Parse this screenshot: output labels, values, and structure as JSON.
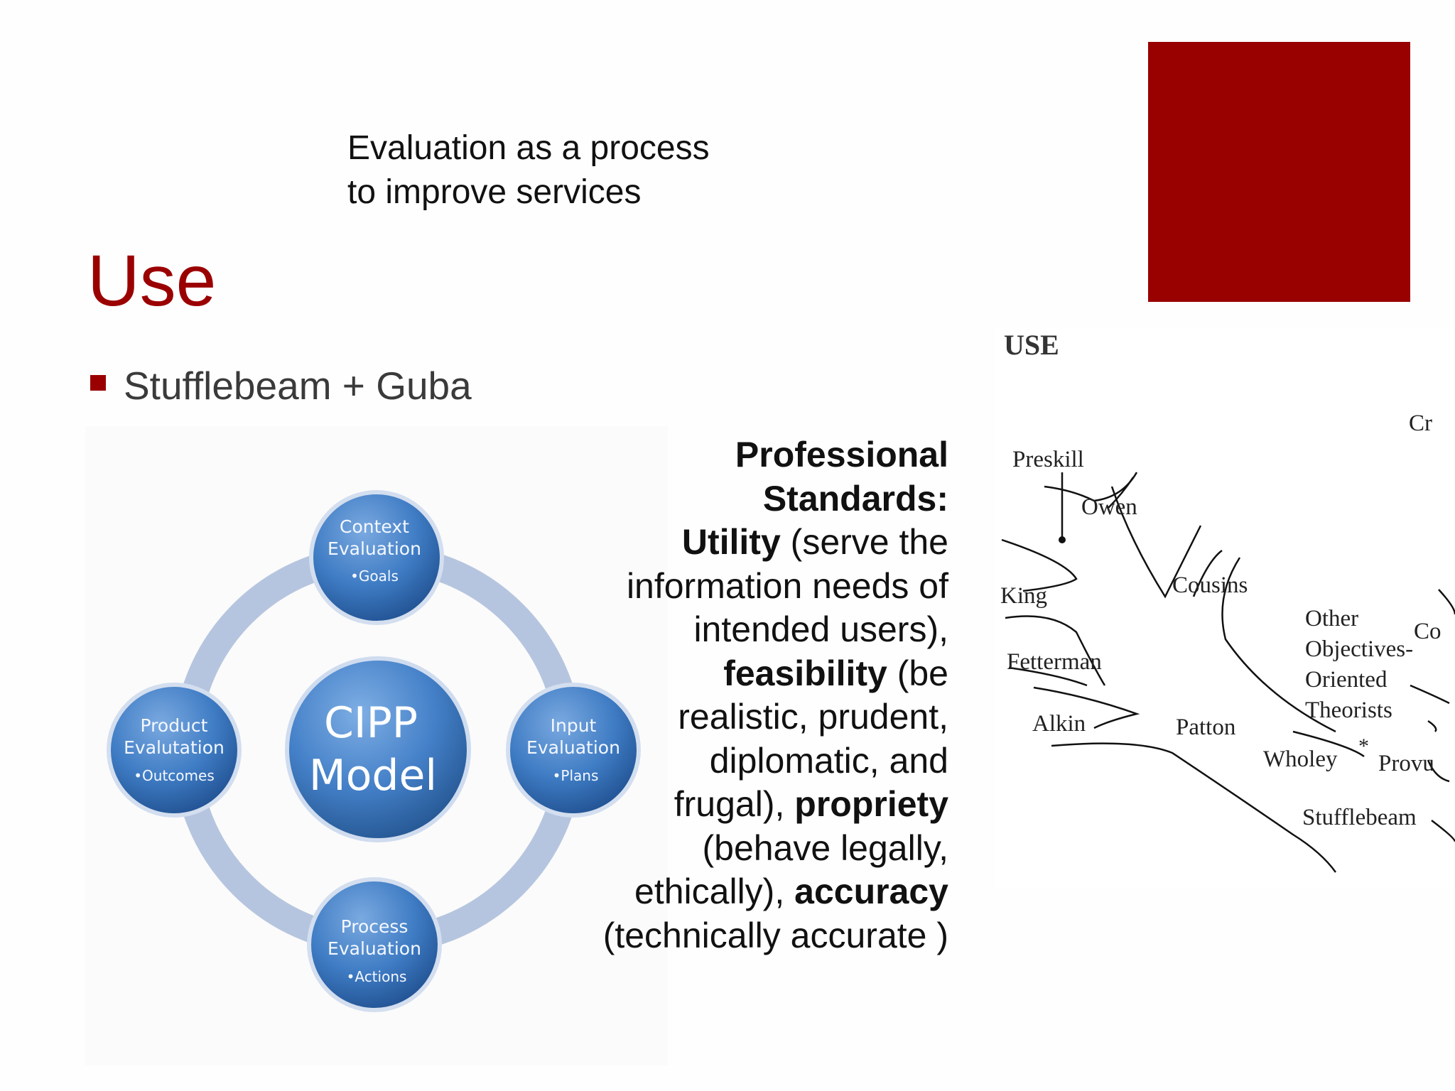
{
  "slide": {
    "subtitle_line1": "Evaluation as a process",
    "subtitle_line2": "to improve services",
    "title": "Use",
    "bullet": "Stufflebeam + Guba",
    "accent_color": "#990000"
  },
  "cipp_diagram": {
    "center_line1": "CIPP",
    "center_line2": "Model",
    "nodes": [
      {
        "line1": "Context",
        "line2": "Evaluation",
        "sub": "•Goals"
      },
      {
        "line1": "Input",
        "line2": "Evaluation",
        "sub": "•Plans"
      },
      {
        "line1": "Process",
        "line2": "Evaluation",
        "sub": "•Actions"
      },
      {
        "line1": "Product",
        "line2": "Evalutation",
        "sub": "•Outcomes"
      }
    ],
    "node_color": "#3d78c0",
    "ring_color": "#b7c6de"
  },
  "standards": {
    "heading": "Professional Standards:",
    "utility_term": "Utility",
    "utility_desc": " (serve the information needs of intended users),",
    "feasibility_term": "feasibility",
    "feasibility_desc": " (be realistic, prudent, diplomatic, and frugal),",
    "propriety_term": "propriety",
    "propriety_desc": " (behave legally, ethically),",
    "accuracy_term": "accuracy",
    "accuracy_desc": " (technically accurate )"
  },
  "theory_tree": {
    "heading": "USE",
    "labels": [
      "Preskill",
      "Owen",
      "King",
      "Cousins",
      "Fetterman",
      "Alkin",
      "Patton",
      "Other",
      "Objectives-",
      "Oriented",
      "Theorists",
      "Wholey",
      "Provu",
      "Stufflebeam",
      "Cr",
      "Co"
    ]
  }
}
